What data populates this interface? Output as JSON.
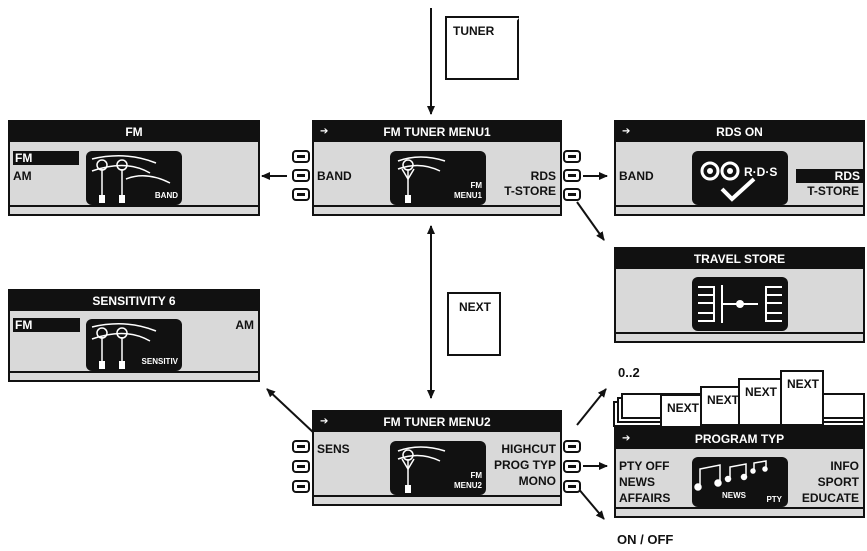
{
  "tuner_card": "TUNER",
  "next_card_center": "NEXT",
  "next_stack": [
    "NEXT",
    "NEXT",
    "NEXT",
    "NEXT"
  ],
  "label_0_2": "0..2",
  "label_on_off": "ON / OFF",
  "menu1": {
    "title": "FM TUNER MENU1",
    "left": "BAND",
    "right": [
      "RDS",
      "T-STORE"
    ],
    "icon_text": [
      "FM",
      "MENU1"
    ]
  },
  "fm_screen": {
    "title": "FM",
    "options": [
      "FM",
      "AM"
    ],
    "icon_text": "BAND"
  },
  "rds_screen": {
    "title": "RDS ON",
    "left": "BAND",
    "right": [
      "RDS",
      "T-STORE"
    ],
    "icon_text": "R·D·S"
  },
  "travel_store": {
    "title": "TRAVEL STORE"
  },
  "sensitivity": {
    "title": "SENSITIVITY 6",
    "left": "FM",
    "right": "AM",
    "icon_text": "SENSITIV"
  },
  "menu2": {
    "title": "FM TUNER MENU2",
    "left": "SENS",
    "right": [
      "HIGHCUT",
      "PROG TYP",
      "MONO"
    ],
    "icon_text": [
      "FM",
      "MENU2"
    ]
  },
  "prog_typ": {
    "title": "PROGRAM TYP",
    "left": [
      "PTY OFF",
      "NEWS",
      "AFFAIRS"
    ],
    "right": [
      "INFO",
      "SPORT",
      "EDUCATE"
    ],
    "icon_text": [
      "NEWS",
      "PTY"
    ]
  }
}
